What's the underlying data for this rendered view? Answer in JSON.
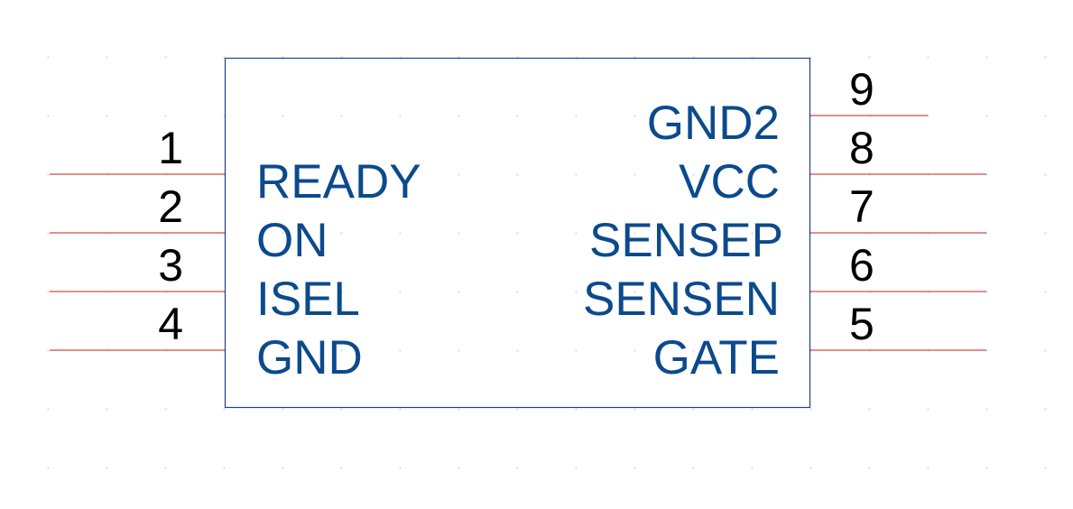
{
  "colors": {
    "pin_line": "#c81e1e",
    "body_outline": "#1f3f8f",
    "pin_name": "#0b4a8c",
    "pin_number": "#000000",
    "background": "#ffffff",
    "grid_dot": "#d6d6d6"
  },
  "pins": {
    "left": [
      {
        "number": "1",
        "name": "READY"
      },
      {
        "number": "2",
        "name": "ON"
      },
      {
        "number": "3",
        "name": "ISEL"
      },
      {
        "number": "4",
        "name": "GND"
      }
    ],
    "right": [
      {
        "number": "9",
        "name": "GND2"
      },
      {
        "number": "8",
        "name": "VCC"
      },
      {
        "number": "7",
        "name": "SENSEP"
      },
      {
        "number": "6",
        "name": "SENSEN"
      },
      {
        "number": "5",
        "name": "GATE"
      }
    ]
  }
}
